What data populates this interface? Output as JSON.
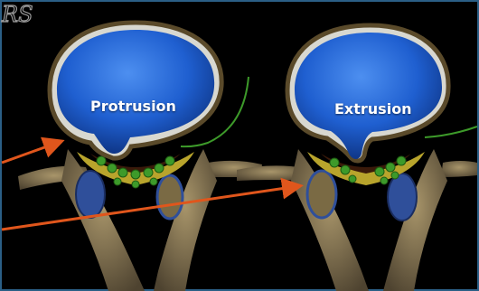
{
  "labels": {
    "protrusion": "Protrusion",
    "extrusion": "Extrusion"
  },
  "watermark": "RS",
  "colors": {
    "background": "#000000",
    "frame": "#2b5f86",
    "disc_blue": "#1f5fd0",
    "disc_rim": "#d8d8d0",
    "bone": "#8b7a5a",
    "nerve_green": "#3d9a2a",
    "ligament_yellow": "#b8a42c",
    "arrow": "#e0561c"
  }
}
